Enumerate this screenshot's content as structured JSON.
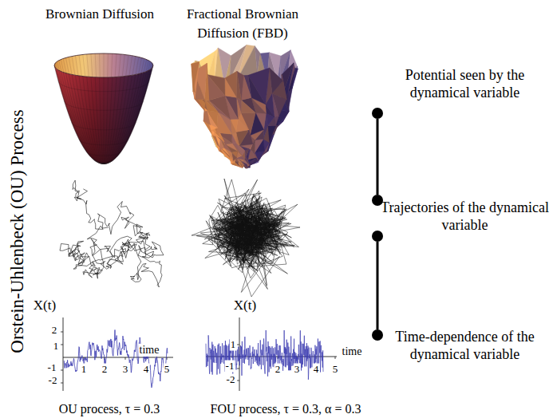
{
  "diagram": {
    "nodes": [
      {
        "text": [
          "Potential seen by the dynamical variable"
        ]
      },
      {
        "text": [
          "Trajectories of the dynamical variable"
        ]
      },
      {
        "text": [
          "Time-dependence of the dynamical variable"
        ]
      }
    ],
    "edges": [
      {
        "from": 0,
        "to": 1,
        "arrow": "none"
      },
      {
        "from": 1,
        "to": 2,
        "arrow": "none"
      }
    ],
    "labels": [
      "Brownian Diffusion",
      "Fractional Brownian Diffusion (FBD)",
      "Orstein-Uhlenbeck (OU) Process",
      "X(t)",
      "2",
      "1",
      "-1",
      "-2",
      "1",
      "2",
      "3",
      "4",
      "5",
      "time",
      "OU process, τ = 0.3",
      "X(t)",
      "1",
      "-1",
      "-2",
      "2",
      "3",
      "4",
      "5",
      "time",
      "FOU process, τ = 0.3, α = 0.3"
    ]
  }
}
